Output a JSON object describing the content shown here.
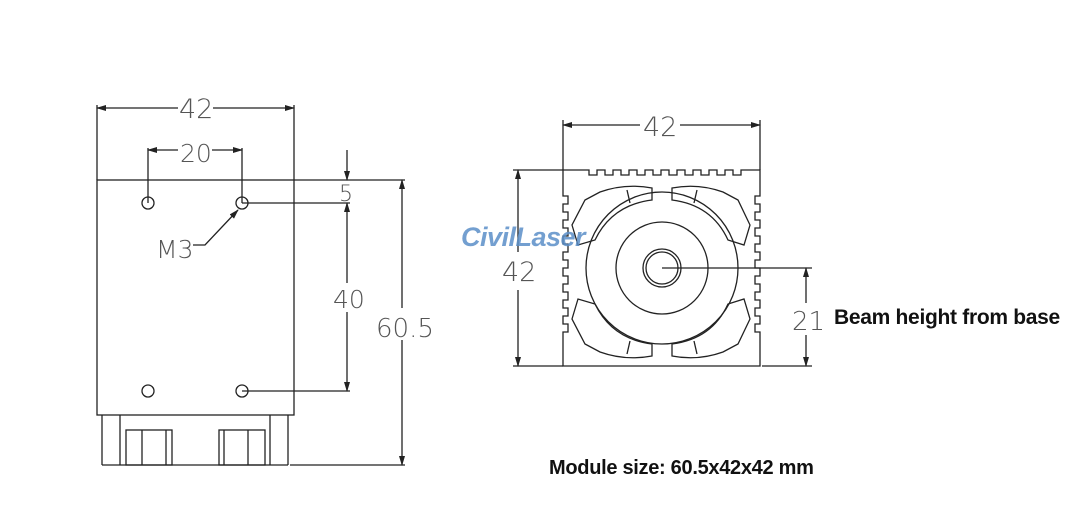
{
  "drawing": {
    "unit": "mm",
    "side_view": {
      "width_label": "42",
      "hole_spacing_label": "20",
      "hole_offset_label": "5",
      "hole_vertical_spacing_label": "40",
      "total_length_label": "60.5",
      "thread_label": "M3"
    },
    "front_view": {
      "width_label": "42",
      "height_label": "42",
      "beam_height_label": "21",
      "beam_height_caption": "Beam height from base"
    },
    "module_size_caption": "Module size: 60.5x42x42 mm",
    "watermark": "CivilLaser"
  },
  "colors": {
    "line": "#222222",
    "dimension_text": "#555555",
    "watermark": "#5b8fc8"
  }
}
